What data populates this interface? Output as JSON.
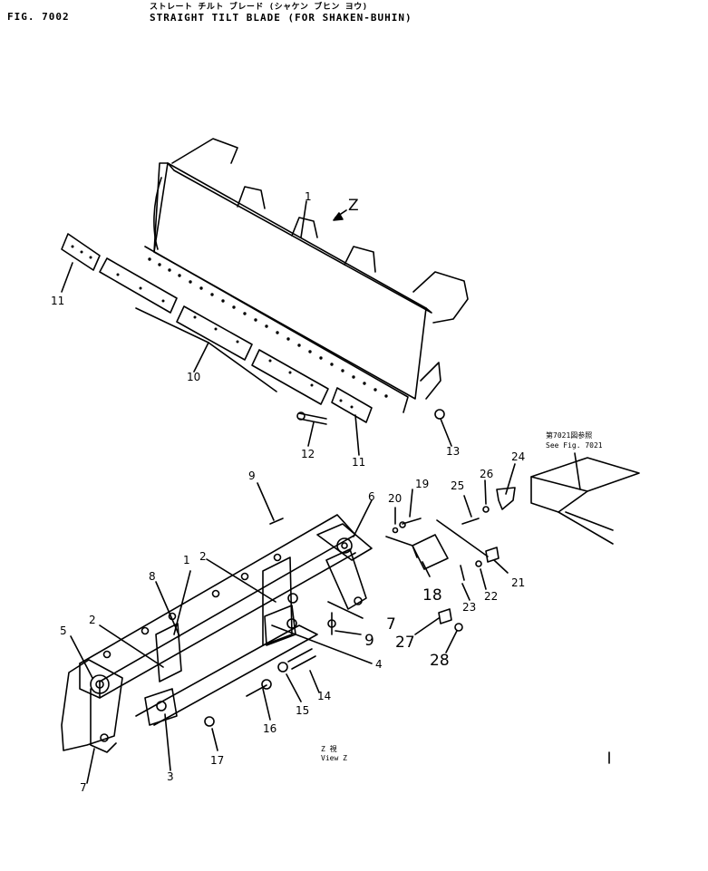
{
  "header": {
    "fig_no": "FIG. 7002",
    "title_jp": "ストレート チルト ブレード (シャケン ブヒン ヨウ)",
    "title_en": "STRAIGHT TILT BLADE (FOR SHAKEN-BUHIN)"
  },
  "view": {
    "arrow_label": "Z",
    "caption_line1": "Z 視",
    "caption_line2": "View Z"
  },
  "see_fig": {
    "line1": "第7021図参照",
    "line2": "See Fig. 7021"
  },
  "labels": {
    "p1_top": "1",
    "p10": "10",
    "p11_left": "11",
    "p11_bottom": "11",
    "p12": "12",
    "p13": "13",
    "p24": "24",
    "p25": "25",
    "p26": "26",
    "p9_top": "9",
    "p20": "20",
    "p19": "19",
    "p6": "6",
    "p18": "18",
    "p21": "21",
    "p22": "22",
    "p23": "23",
    "p27": "27",
    "p28": "28",
    "p7_right": "7",
    "p9_mid": "9",
    "p4": "4",
    "p14": "14",
    "p15": "15",
    "p16": "16",
    "p17": "17",
    "p3": "3",
    "p7_left": "7",
    "p5": "5",
    "p2_left": "2",
    "p8": "8",
    "p1_bottom": "1",
    "p2_right": "2"
  }
}
